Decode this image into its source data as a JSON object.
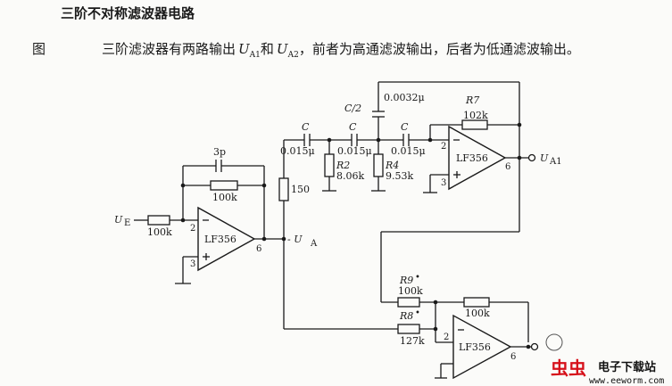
{
  "title": "三阶不对称滤波器电路",
  "caption": {
    "fig": "图",
    "p1": "三阶滤波器有两路输出",
    "u": "U",
    "sub1": "A1",
    "p2": "和",
    "sub2": "A2",
    "p3": "，前者为高通滤波输出，后者为低通滤波输出。"
  },
  "labels": {
    "ue": "U",
    "ue_sub": "E",
    "r_in": "100k",
    "c_fb": "3p",
    "r_fb": "100k",
    "op1_pin2": "2",
    "op1_pin3": "3",
    "op1_pin6": "6",
    "op1_name": "LF356",
    "r150": "150",
    "ua": "- U",
    "ua_sub": "A",
    "c1_name": "C",
    "c1_val": "0.015μ",
    "c2_name": "C",
    "c2_val": "0.015μ",
    "c3_name": "C",
    "c3_val": "0.015μ",
    "c_half_name": "C/2",
    "c_half_val": "0.0032μ",
    "r7_name": "R7",
    "r7_val": "102k",
    "r2_name": "R2",
    "r2_val": "8.06k",
    "r4_name": "R4",
    "r4_val": "9.53k",
    "op2_pin2": "2",
    "op2_pin3": "3",
    "op2_pin6": "6",
    "op2_name": "LF356",
    "ua1": "U",
    "ua1_sub": "A1",
    "r9_name": "R9",
    "r9_val": "100k",
    "r8_name": "R8",
    "r8_val": "127k",
    "r_fb3": "100k",
    "op3_pin2": "2",
    "op3_pin6": "6",
    "op3_name": "LF356"
  },
  "watermark": {
    "brand": "虫虫",
    "text": "电子下载站",
    "url": "www.eeworm.com"
  }
}
